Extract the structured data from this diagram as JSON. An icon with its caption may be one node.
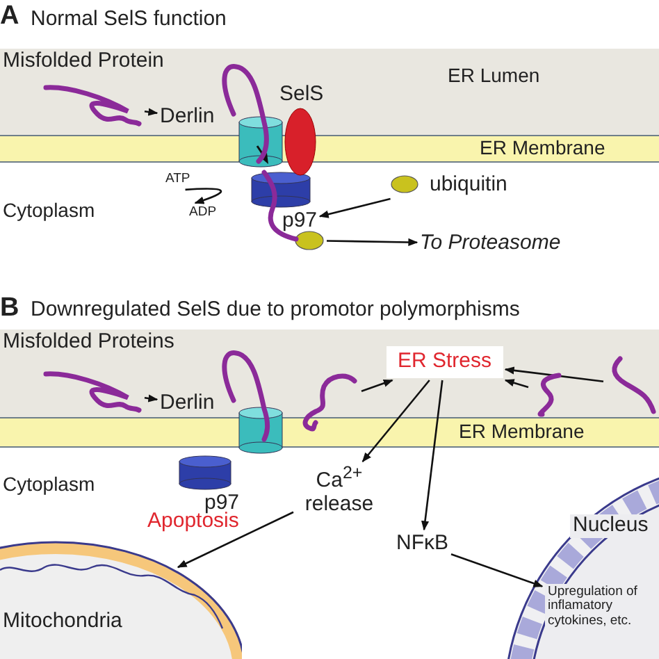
{
  "diagram": {
    "nodes": [
      {
        "text": [],
        "shape": "picture",
        "beside": [
          "Misfolded Protein"
        ]
      },
      {
        "text": [
          "Derlin"
        ]
      },
      {
        "text": [
          "SelS"
        ]
      },
      {
        "text": [
          "p97"
        ]
      },
      {
        "text": [
          "ATP"
        ]
      },
      {
        "text": [
          "ADP"
        ]
      },
      {
        "text": [
          "ubiquitin"
        ]
      },
      {
        "text": [],
        "shape": "circle"
      },
      {
        "text": [
          "To Proteasome"
        ]
      },
      {
        "text": [],
        "shape": "picture",
        "beside": [
          "Misfolded Proteins"
        ]
      },
      {
        "text": [
          "Derlin"
        ]
      },
      {
        "text": [
          "p97"
        ]
      },
      {
        "text": [],
        "shape": "picture"
      },
      {
        "text": [
          "ER Stress"
        ]
      },
      {
        "text": [],
        "shape": "picture"
      },
      {
        "text": [],
        "shape": "picture"
      },
      {
        "text": [
          "Ca$^{2+}$ release"
        ]
      },
      {
        "text": [
          "NFκB"
        ]
      },
      {
        "text": [
          "Mitochondria"
        ]
      },
      {
        "text": [
          "Nucleus"
        ]
      },
      {
        "text": [
          "Upregulation of inflamatory cytokines, etc."
        ],
        "in": 19
      },
      {
        "text": [],
        "shape": "picture"
      }
    ],
    "edges": [
      {
        "from": 0,
        "to": 1,
        "arrow": "to"
      },
      {
        "from": 4,
        "to": 5,
        "arrow": "to"
      },
      {
        "from": 6,
        "to": 3,
        "arrow": "to"
      },
      {
        "from": 7,
        "to": 8,
        "arrow": "to"
      },
      {
        "from": 9,
        "to": 10,
        "arrow": "to"
      },
      {
        "from": 12,
        "to": 13,
        "arrow": "to"
      },
      {
        "from": 15,
        "to": 13,
        "arrow": "to"
      },
      {
        "from": 14,
        "to": 13,
        "arrow": "to"
      },
      {
        "from": 13,
        "to": 16,
        "arrow": "to"
      },
      {
        "from": 13,
        "to": 17,
        "arrow": "to"
      },
      {
        "from": 16,
        "to": 18,
        "arrow": "to"
      },
      {
        "from": 17,
        "to": 20,
        "arrow": "to"
      }
    ],
    "labels": [
      "A",
      "Normal SelS function",
      "ER Lumen",
      "ER Membrane",
      "Cytoplasm",
      "B",
      "Downregulated SelS due to promotor polymorphisms",
      "ER Membrane",
      "Cytoplasm",
      "Apoptosis"
    ]
  }
}
